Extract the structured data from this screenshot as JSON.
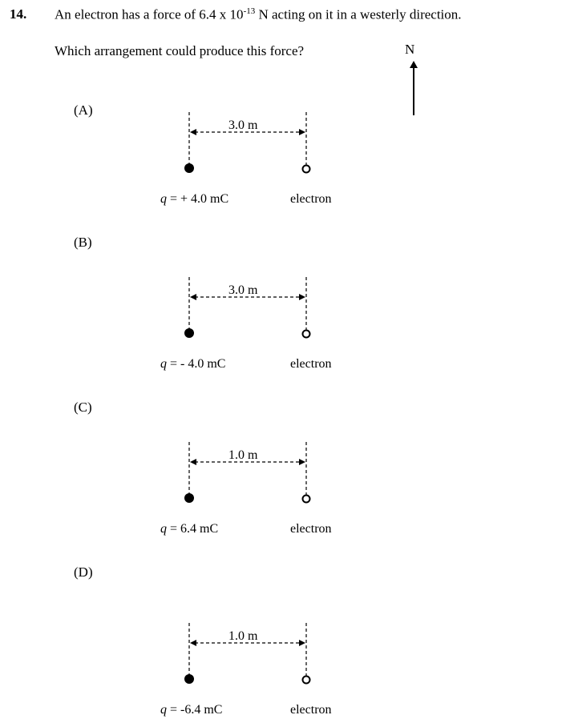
{
  "question": {
    "number": "14.",
    "stem_before": "An electron has a force of 6.4 x 10",
    "stem_exponent": "-13",
    "stem_after": " N acting on it in a westerly direction.",
    "prompt": "Which arrangement could produce this force?",
    "compass_label": "N"
  },
  "options": [
    {
      "label": "(A)",
      "distance": "3.0 m",
      "charge_var": "q",
      "charge_value": " = + 4.0 mC",
      "electron_label": "electron"
    },
    {
      "label": "(B)",
      "distance": "3.0 m",
      "charge_var": "q",
      "charge_value": " = - 4.0 mC",
      "electron_label": "electron"
    },
    {
      "label": "(C)",
      "distance": "1.0 m",
      "charge_var": "q",
      "charge_value": " =  6.4 mC",
      "electron_label": "electron"
    },
    {
      "label": "(D)",
      "distance": "1.0 m",
      "charge_var": "q",
      "charge_value": " =  -6.4 mC",
      "electron_label": "electron"
    }
  ]
}
